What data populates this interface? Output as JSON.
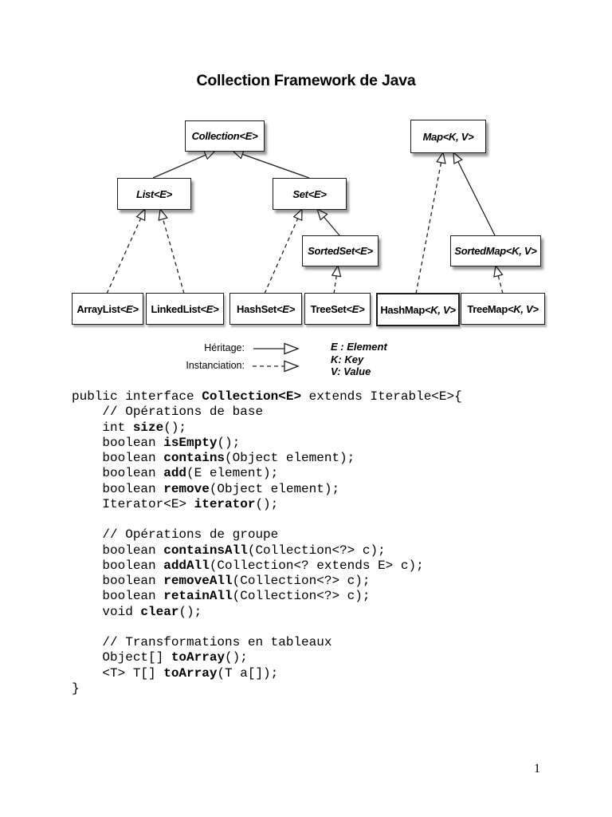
{
  "title": "Collection Framework de Java",
  "page_number": "1",
  "diagram": {
    "boxes": [
      {
        "name": "Collection",
        "param": "<E>",
        "kind": "interface"
      },
      {
        "name": "Map",
        "param": "<K, V>",
        "kind": "interface"
      },
      {
        "name": "List",
        "param": "<E>",
        "kind": "interface"
      },
      {
        "name": "Set",
        "param": "<E>",
        "kind": "interface"
      },
      {
        "name": "SortedSet",
        "param": "<E>",
        "kind": "interface"
      },
      {
        "name": "SortedMap",
        "param": "<K, V>",
        "kind": "interface"
      },
      {
        "name": "ArrayList",
        "param": "<E>",
        "kind": "class"
      },
      {
        "name": "LinkedList",
        "param": "<E>",
        "kind": "class"
      },
      {
        "name": "HashSet",
        "param": "<E>",
        "kind": "class"
      },
      {
        "name": "TreeSet",
        "param": "<E>",
        "kind": "class"
      },
      {
        "name": "HashMap",
        "param": "<K, V>",
        "kind": "class"
      },
      {
        "name": "TreeMap",
        "param": "<K, V>",
        "kind": "class"
      }
    ],
    "edges": [
      {
        "source": "List<E>",
        "target": "Collection<E>",
        "type": "héritage"
      },
      {
        "source": "Set<E>",
        "target": "Collection<E>",
        "type": "héritage"
      },
      {
        "source": "SortedSet<E>",
        "target": "Set<E>",
        "type": "héritage"
      },
      {
        "source": "SortedMap<K, V>",
        "target": "Map<K, V>",
        "type": "héritage"
      },
      {
        "source": "ArrayList<E>",
        "target": "List<E>",
        "type": "instanciation"
      },
      {
        "source": "LinkedList<E>",
        "target": "List<E>",
        "type": "instanciation"
      },
      {
        "source": "HashSet<E>",
        "target": "Set<E>",
        "type": "instanciation"
      },
      {
        "source": "TreeSet<E>",
        "target": "SortedSet<E>",
        "type": "instanciation"
      },
      {
        "source": "HashMap<K, V>",
        "target": "Map<K, V>",
        "type": "instanciation"
      },
      {
        "source": "TreeMap<K, V>",
        "target": "SortedMap<K, V>",
        "type": "instanciation"
      }
    ]
  },
  "legend": {
    "heritage_label": "Héritage:",
    "instanciation_label": "Instanciation:",
    "keys": {
      "e": "E : Element",
      "k": "K: Key",
      "v": "V: Value"
    }
  },
  "code": {
    "lines": [
      {
        "seg": [
          {
            "t": "public interface ",
            "b": false
          },
          {
            "t": "Collection<E>",
            "b": true
          },
          {
            "t": " extends Iterable<E>{",
            "b": false
          }
        ]
      },
      {
        "seg": [
          {
            "t": "    // Opérations de base",
            "b": false
          }
        ]
      },
      {
        "seg": [
          {
            "t": "    int ",
            "b": false
          },
          {
            "t": "size",
            "b": true
          },
          {
            "t": "();",
            "b": false
          }
        ]
      },
      {
        "seg": [
          {
            "t": "    boolean ",
            "b": false
          },
          {
            "t": "isEmpty",
            "b": true
          },
          {
            "t": "();",
            "b": false
          }
        ]
      },
      {
        "seg": [
          {
            "t": "    boolean ",
            "b": false
          },
          {
            "t": "contains",
            "b": true
          },
          {
            "t": "(Object element);",
            "b": false
          }
        ]
      },
      {
        "seg": [
          {
            "t": "    boolean ",
            "b": false
          },
          {
            "t": "add",
            "b": true
          },
          {
            "t": "(E element);",
            "b": false
          }
        ]
      },
      {
        "seg": [
          {
            "t": "    boolean ",
            "b": false
          },
          {
            "t": "remove",
            "b": true
          },
          {
            "t": "(Object element);",
            "b": false
          }
        ]
      },
      {
        "seg": [
          {
            "t": "    Iterator<E> ",
            "b": false
          },
          {
            "t": "iterator",
            "b": true
          },
          {
            "t": "();",
            "b": false
          }
        ]
      },
      {
        "seg": []
      },
      {
        "seg": [
          {
            "t": "    // Opérations de groupe",
            "b": false
          }
        ]
      },
      {
        "seg": [
          {
            "t": "    boolean ",
            "b": false
          },
          {
            "t": "containsAll",
            "b": true
          },
          {
            "t": "(Collection<?> c);",
            "b": false
          }
        ]
      },
      {
        "seg": [
          {
            "t": "    boolean ",
            "b": false
          },
          {
            "t": "addAll",
            "b": true
          },
          {
            "t": "(Collection<? extends E> c);",
            "b": false
          }
        ]
      },
      {
        "seg": [
          {
            "t": "    boolean ",
            "b": false
          },
          {
            "t": "removeAll",
            "b": true
          },
          {
            "t": "(Collection<?> c);",
            "b": false
          }
        ]
      },
      {
        "seg": [
          {
            "t": "    boolean ",
            "b": false
          },
          {
            "t": "retainAll",
            "b": true
          },
          {
            "t": "(Collection<?> c);",
            "b": false
          }
        ]
      },
      {
        "seg": [
          {
            "t": "    void ",
            "b": false
          },
          {
            "t": "clear",
            "b": true
          },
          {
            "t": "();",
            "b": false
          }
        ]
      },
      {
        "seg": []
      },
      {
        "seg": [
          {
            "t": "    // Transformations en tableaux",
            "b": false
          }
        ]
      },
      {
        "seg": [
          {
            "t": "    Object[] ",
            "b": false
          },
          {
            "t": "toArray",
            "b": true
          },
          {
            "t": "();",
            "b": false
          }
        ]
      },
      {
        "seg": [
          {
            "t": "    <T> T[] ",
            "b": false
          },
          {
            "t": "toArray",
            "b": true
          },
          {
            "t": "(T a[]);",
            "b": false
          }
        ]
      },
      {
        "seg": [
          {
            "t": "}",
            "b": false
          }
        ]
      }
    ]
  }
}
